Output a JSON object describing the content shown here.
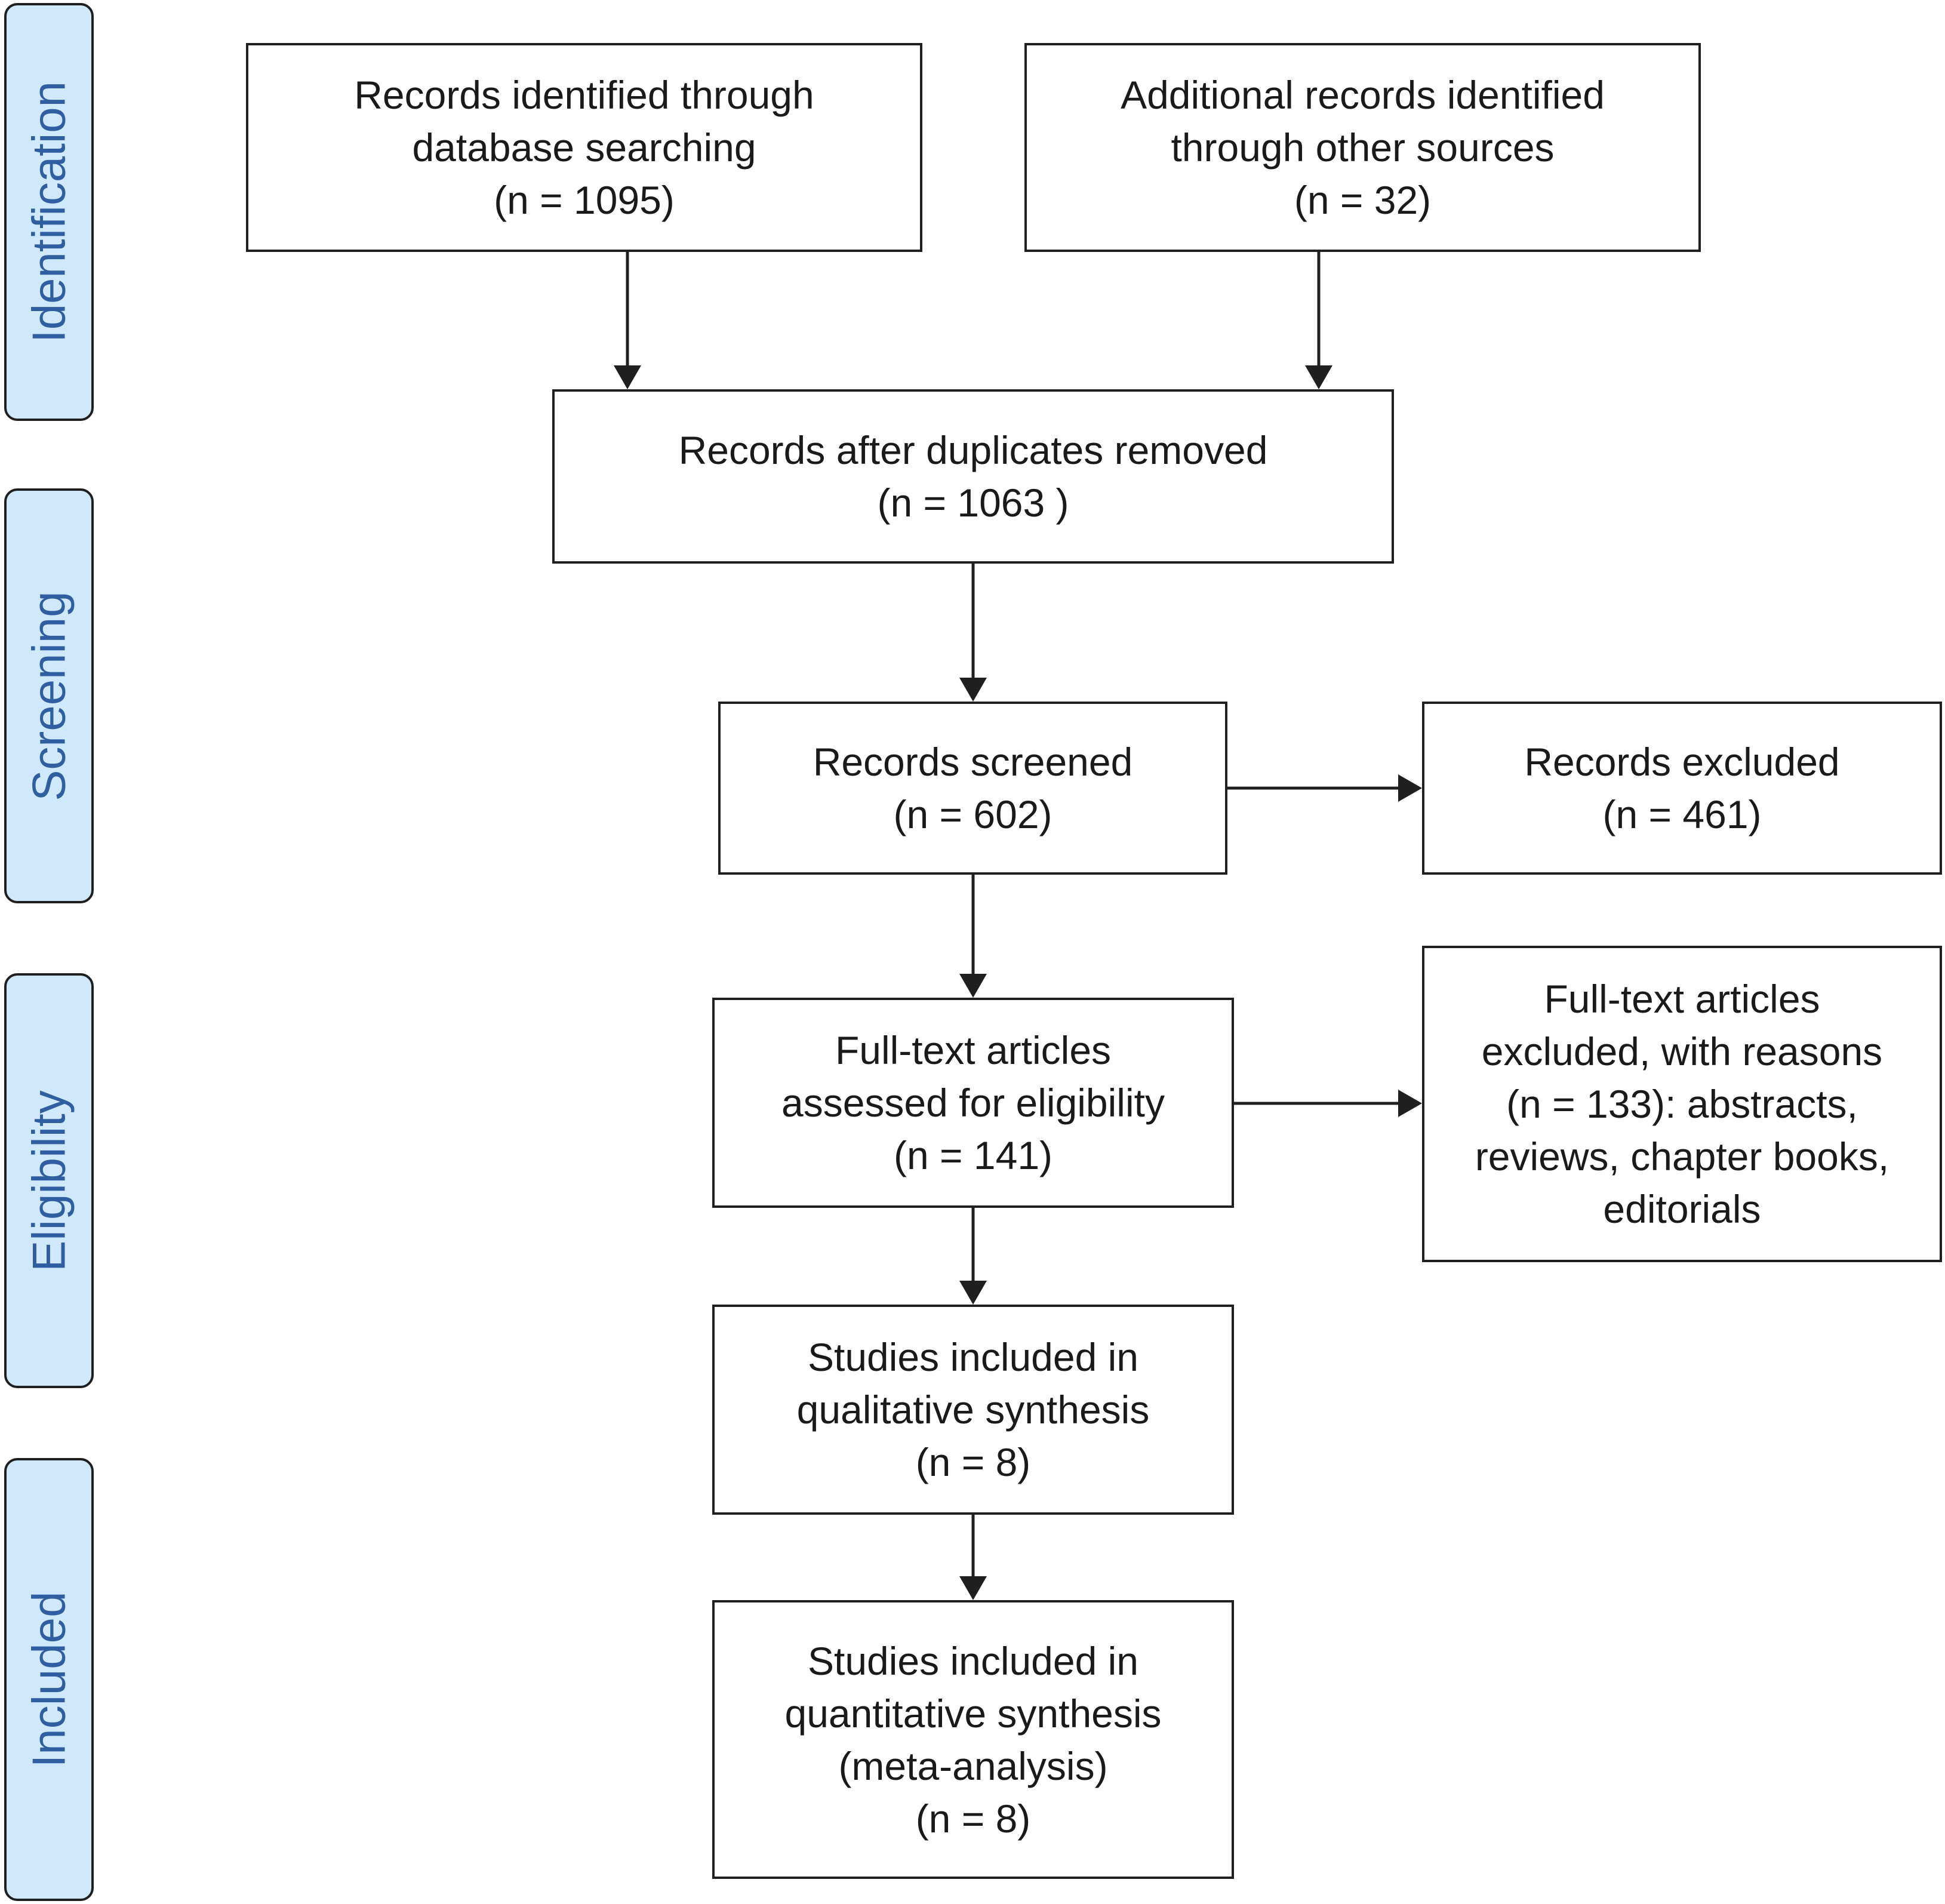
{
  "phases": {
    "identification": "Identification",
    "screening": "Screening",
    "eligibility": "Eligibility",
    "included": "Included"
  },
  "boxes": {
    "database_records": [
      "Records identified through",
      "database searching",
      "(n = 1095)"
    ],
    "other_records": [
      "Additional records identified",
      "through other sources",
      "(n = 32)"
    ],
    "duplicates_removed": [
      "Records after duplicates removed",
      "(n = 1063 )"
    ],
    "screened": [
      "Records screened",
      "(n = 602)"
    ],
    "excluded": [
      "Records excluded",
      "(n = 461)"
    ],
    "fulltext_assessed": [
      "Full-text articles",
      "assessed for eligibility",
      "(n = 141)"
    ],
    "fulltext_excluded": [
      "Full-text articles",
      "excluded, with reasons",
      "(n = 133): abstracts,",
      "reviews, chapter books,",
      "editorials"
    ],
    "qualitative": [
      "Studies included in",
      "qualitative synthesis",
      "(n = 8)"
    ],
    "quantitative": [
      "Studies included in",
      "quantitative synthesis",
      "(meta-analysis)",
      "(n = 8)"
    ]
  },
  "colors": {
    "phase_fill": "#cfe8fb",
    "phase_text": "#2f5fa0",
    "stroke": "#1f1f1f"
  }
}
